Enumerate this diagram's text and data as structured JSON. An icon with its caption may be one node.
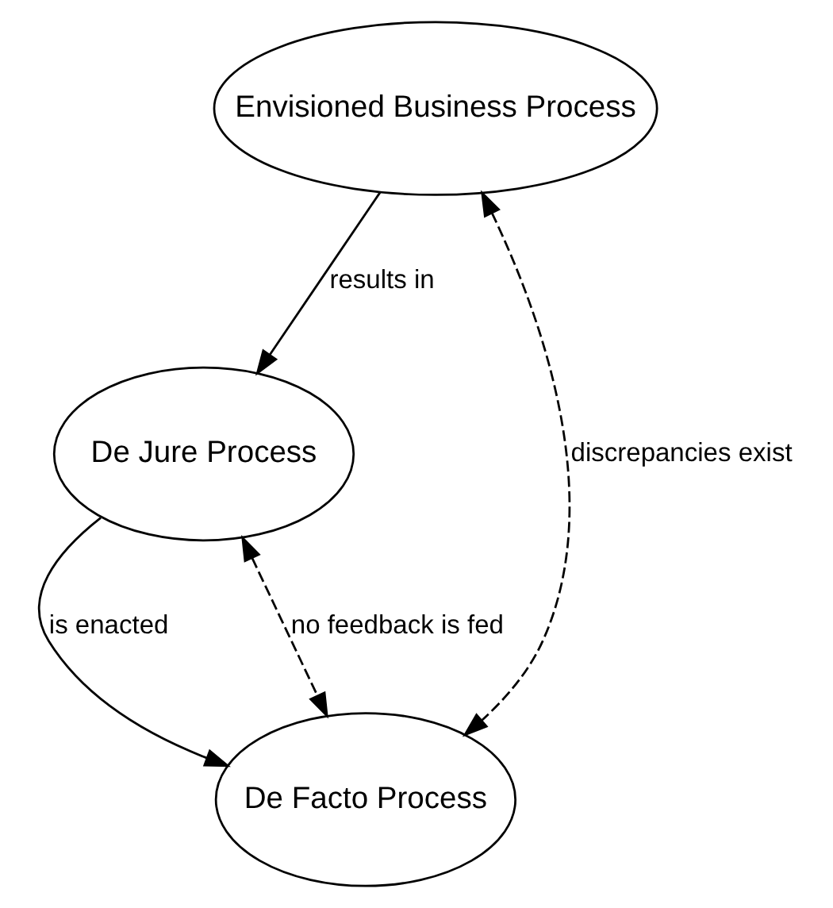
{
  "diagram": {
    "nodes": [
      {
        "text": [
          "Envisioned Business Process"
        ]
      },
      {
        "text": [
          "De Jure Process"
        ]
      },
      {
        "text": [
          "De Facto Process"
        ]
      }
    ],
    "edges": [
      {
        "from": 0,
        "to": 1,
        "arrow": "to",
        "label": "results in"
      },
      {
        "from": 1,
        "to": 2,
        "arrow": "to",
        "label": "is enacted"
      },
      {
        "from": 0,
        "to": 2,
        "arrow": "both",
        "style": "dashed",
        "label": "discrepancies exist"
      },
      {
        "from": 1,
        "to": 2,
        "arrow": "both",
        "style": "dashed",
        "label": "no feedback is fed"
      }
    ]
  }
}
